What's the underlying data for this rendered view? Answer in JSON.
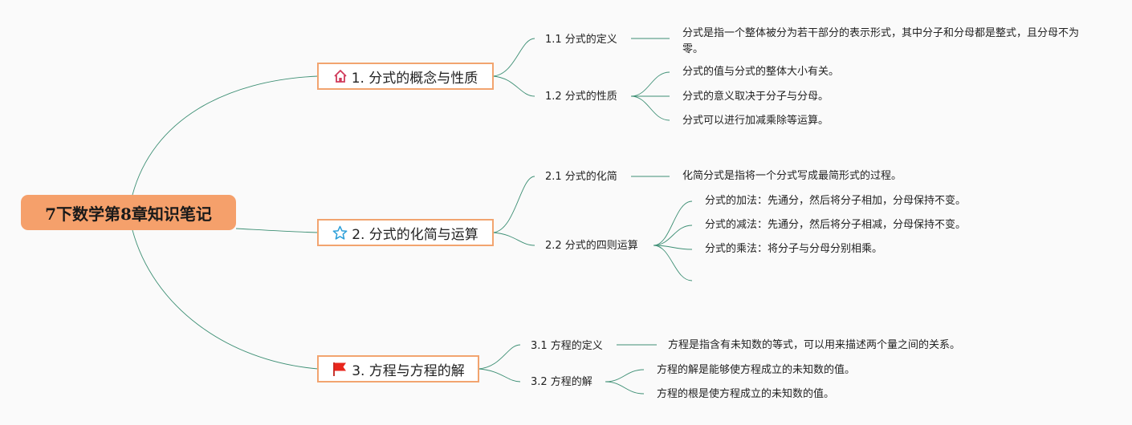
{
  "title": "7下数学第8章知识笔记",
  "branches": [
    {
      "label": "1. 分式的概念与性质",
      "icon": "home-icon",
      "children": [
        {
          "label": "1.1 分式的定义",
          "notes": [
            "分式是指一个整体被分为若干部分的表示形式，其中分子和分母都是整式，且分母不为零。"
          ]
        },
        {
          "label": "1.2 分式的性质",
          "notes": [
            "分式的值与分式的整体大小有关。",
            "分式的意义取决于分子与分母。",
            "分式可以进行加减乘除等运算。"
          ]
        }
      ]
    },
    {
      "label": "2. 分式的化简与运算",
      "icon": "star-icon",
      "children": [
        {
          "label": "2.1 分式的化简",
          "notes": [
            "化简分式是指将一个分式写成最简形式的过程。"
          ]
        },
        {
          "label": "2.2 分式的四则运算",
          "notes": [
            "分式的加法：先通分，然后将分子相加，分母保持不变。",
            "分式的减法：先通分，然后将分子相减，分母保持不变。",
            "分式的乘法：将分子与分母分别相乘。",
            ""
          ]
        }
      ]
    },
    {
      "label": "3. 方程与方程的解",
      "icon": "flag-icon",
      "children": [
        {
          "label": "3.1 方程的定义",
          "notes": [
            "方程是指含有未知数的等式，可以用来描述两个量之间的关系。"
          ]
        },
        {
          "label": "3.2 方程的解",
          "notes": [
            "方程的解是能够使方程成立的未知数的值。",
            "方程的根是使方程成立的未知数的值。"
          ]
        }
      ]
    }
  ],
  "colors": {
    "root": "#f5a06b",
    "branch_border": "#f2a46f",
    "link": "#3d8f74"
  }
}
